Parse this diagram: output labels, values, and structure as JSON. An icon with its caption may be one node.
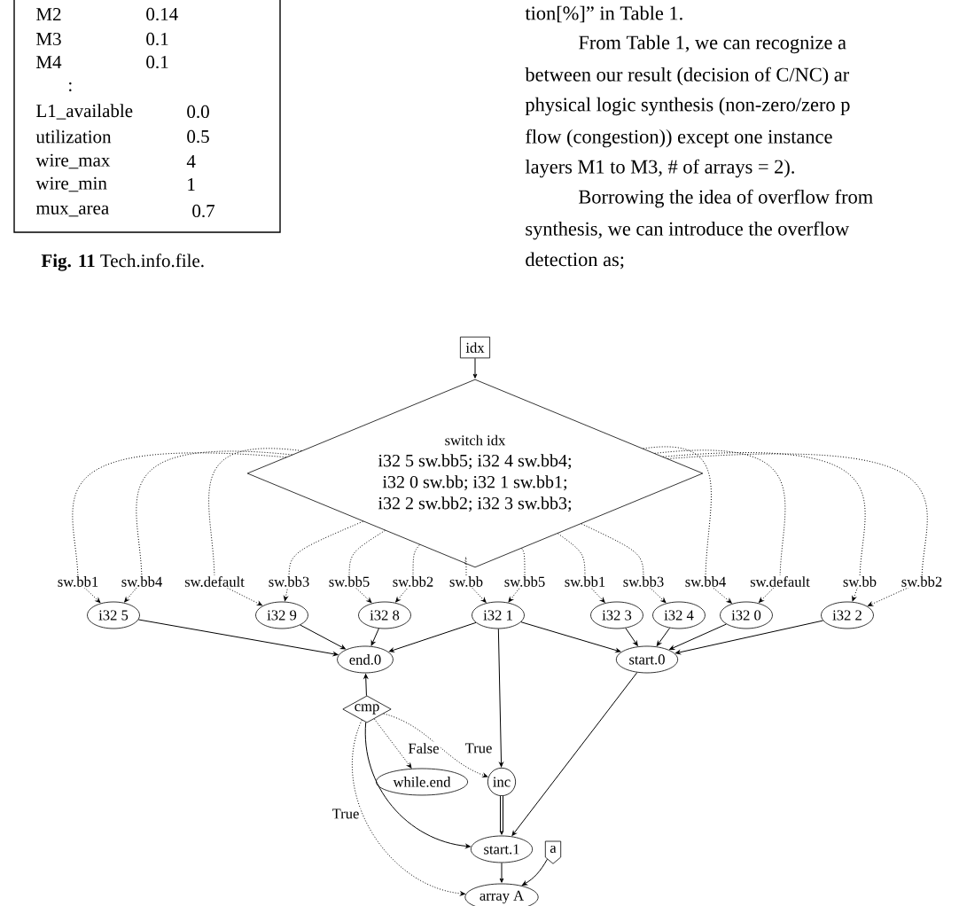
{
  "diagram": {
    "nodes": [
      {
        "text": [
          "idx"
        ]
      },
      {
        "text": [
          "switch idx",
          "i32 5  sw.bb5; i32 4  sw.bb4;",
          "i32 0  sw.bb;  i32 1  sw.bb1;",
          "i32 2  sw.bb2; i32 3  sw.bb3;"
        ]
      },
      {
        "text": [
          "i32 5"
        ]
      },
      {
        "text": [
          "i32 9"
        ]
      },
      {
        "text": [
          "i32 8"
        ]
      },
      {
        "text": [
          "i32 1"
        ]
      },
      {
        "text": [
          "i32 3"
        ]
      },
      {
        "text": [
          "i32 4"
        ]
      },
      {
        "text": [
          "i32 0"
        ]
      },
      {
        "text": [
          "i32 2"
        ]
      },
      {
        "text": [
          "end.0"
        ]
      },
      {
        "text": [
          "start.0"
        ]
      },
      {
        "text": [
          "cmp"
        ]
      },
      {
        "text": [
          "while.end"
        ]
      },
      {
        "text": [
          "inc"
        ]
      },
      {
        "text": [
          "start.1"
        ]
      },
      {
        "text": [
          "a"
        ]
      },
      {
        "text": [
          "array A"
        ]
      }
    ],
    "edges": [
      {
        "from": 1,
        "to": 2,
        "arrow": "to",
        "label": "sw.bb1",
        "style": "dashed"
      },
      {
        "from": 1,
        "to": 2,
        "arrow": "to",
        "label": "sw.bb4",
        "style": "dashed"
      },
      {
        "from": 1,
        "to": 3,
        "arrow": "to",
        "label": "sw.default",
        "style": "dashed"
      },
      {
        "from": 1,
        "to": 3,
        "arrow": "to",
        "label": "sw.bb3",
        "style": "dashed"
      },
      {
        "from": 1,
        "to": 4,
        "arrow": "to",
        "label": "sw.bb5",
        "style": "dashed"
      },
      {
        "from": 1,
        "to": 4,
        "arrow": "to",
        "label": "sw.bb2",
        "style": "dashed"
      },
      {
        "from": 1,
        "to": 5,
        "arrow": "to",
        "label": "sw.bb",
        "style": "dashed"
      },
      {
        "from": 1,
        "to": 5,
        "arrow": "to",
        "label": "sw.bb5",
        "style": "dashed"
      },
      {
        "from": 1,
        "to": 6,
        "arrow": "to",
        "label": "sw.bb1",
        "style": "dashed"
      },
      {
        "from": 1,
        "to": 7,
        "arrow": "to",
        "label": "sw.bb3",
        "style": "dashed"
      },
      {
        "from": 1,
        "to": 8,
        "arrow": "to",
        "label": "sw.bb4",
        "style": "dashed"
      },
      {
        "from": 1,
        "to": 8,
        "arrow": "to",
        "label": "sw.default",
        "style": "dashed"
      },
      {
        "from": 1,
        "to": 9,
        "arrow": "to",
        "label": "sw.bb",
        "style": "dashed"
      },
      {
        "from": 1,
        "to": 9,
        "arrow": "to",
        "label": "sw.bb2",
        "style": "dashed"
      },
      {
        "from": 0,
        "to": 1,
        "arrow": "to"
      },
      {
        "from": 2,
        "to": 10,
        "arrow": "to"
      },
      {
        "from": 3,
        "to": 10,
        "arrow": "to"
      },
      {
        "from": 4,
        "to": 10,
        "arrow": "to"
      },
      {
        "from": 5,
        "to": 10,
        "arrow": "to"
      },
      {
        "from": 5,
        "to": 11,
        "arrow": "to"
      },
      {
        "from": 6,
        "to": 11,
        "arrow": "to"
      },
      {
        "from": 7,
        "to": 11,
        "arrow": "to"
      },
      {
        "from": 8,
        "to": 11,
        "arrow": "to"
      },
      {
        "from": 9,
        "to": 11,
        "arrow": "to"
      },
      {
        "from": 12,
        "to": 10,
        "arrow": "to"
      },
      {
        "from": 5,
        "to": 14,
        "arrow": "to"
      },
      {
        "from": 11,
        "to": 15,
        "arrow": "to"
      },
      {
        "from": 12,
        "to": 15,
        "arrow": "to"
      },
      {
        "from": 14,
        "to": 15,
        "arrow": "to",
        "style": "thick"
      },
      {
        "from": 15,
        "to": 17,
        "arrow": "to"
      },
      {
        "from": 16,
        "to": 17,
        "arrow": "to"
      },
      {
        "from": 12,
        "to": 13,
        "arrow": "to",
        "label": "False",
        "style": "dashed"
      },
      {
        "from": 12,
        "to": 14,
        "arrow": "to",
        "label": "True",
        "style": "dashed"
      },
      {
        "from": 12,
        "to": 17,
        "arrow": "to",
        "label": "True",
        "style": "dashed"
      }
    ],
    "labels": [
      "M2",
      "0.14",
      "M3",
      "0.1",
      "M4",
      "0.1",
      ":",
      "L1_available",
      "0.0",
      "utilization",
      "0.5",
      "wire_max",
      "4",
      "wire_min",
      "1",
      "mux_area",
      "0.7",
      "**Fig. 11**  Tech.info.file.",
      "tion[%]” in Table 1.",
      "From Table 1, we can recognize a",
      "between our result (decision of C/NC) ar",
      "physical logic synthesis (non-zero/zero p",
      "flow (congestion)) except one instance",
      "layers M1 to M3, # of arrays = 2).",
      "Borrowing the idea of overflow from",
      "synthesis, we can introduce the overflow",
      "detection as;"
    ]
  }
}
